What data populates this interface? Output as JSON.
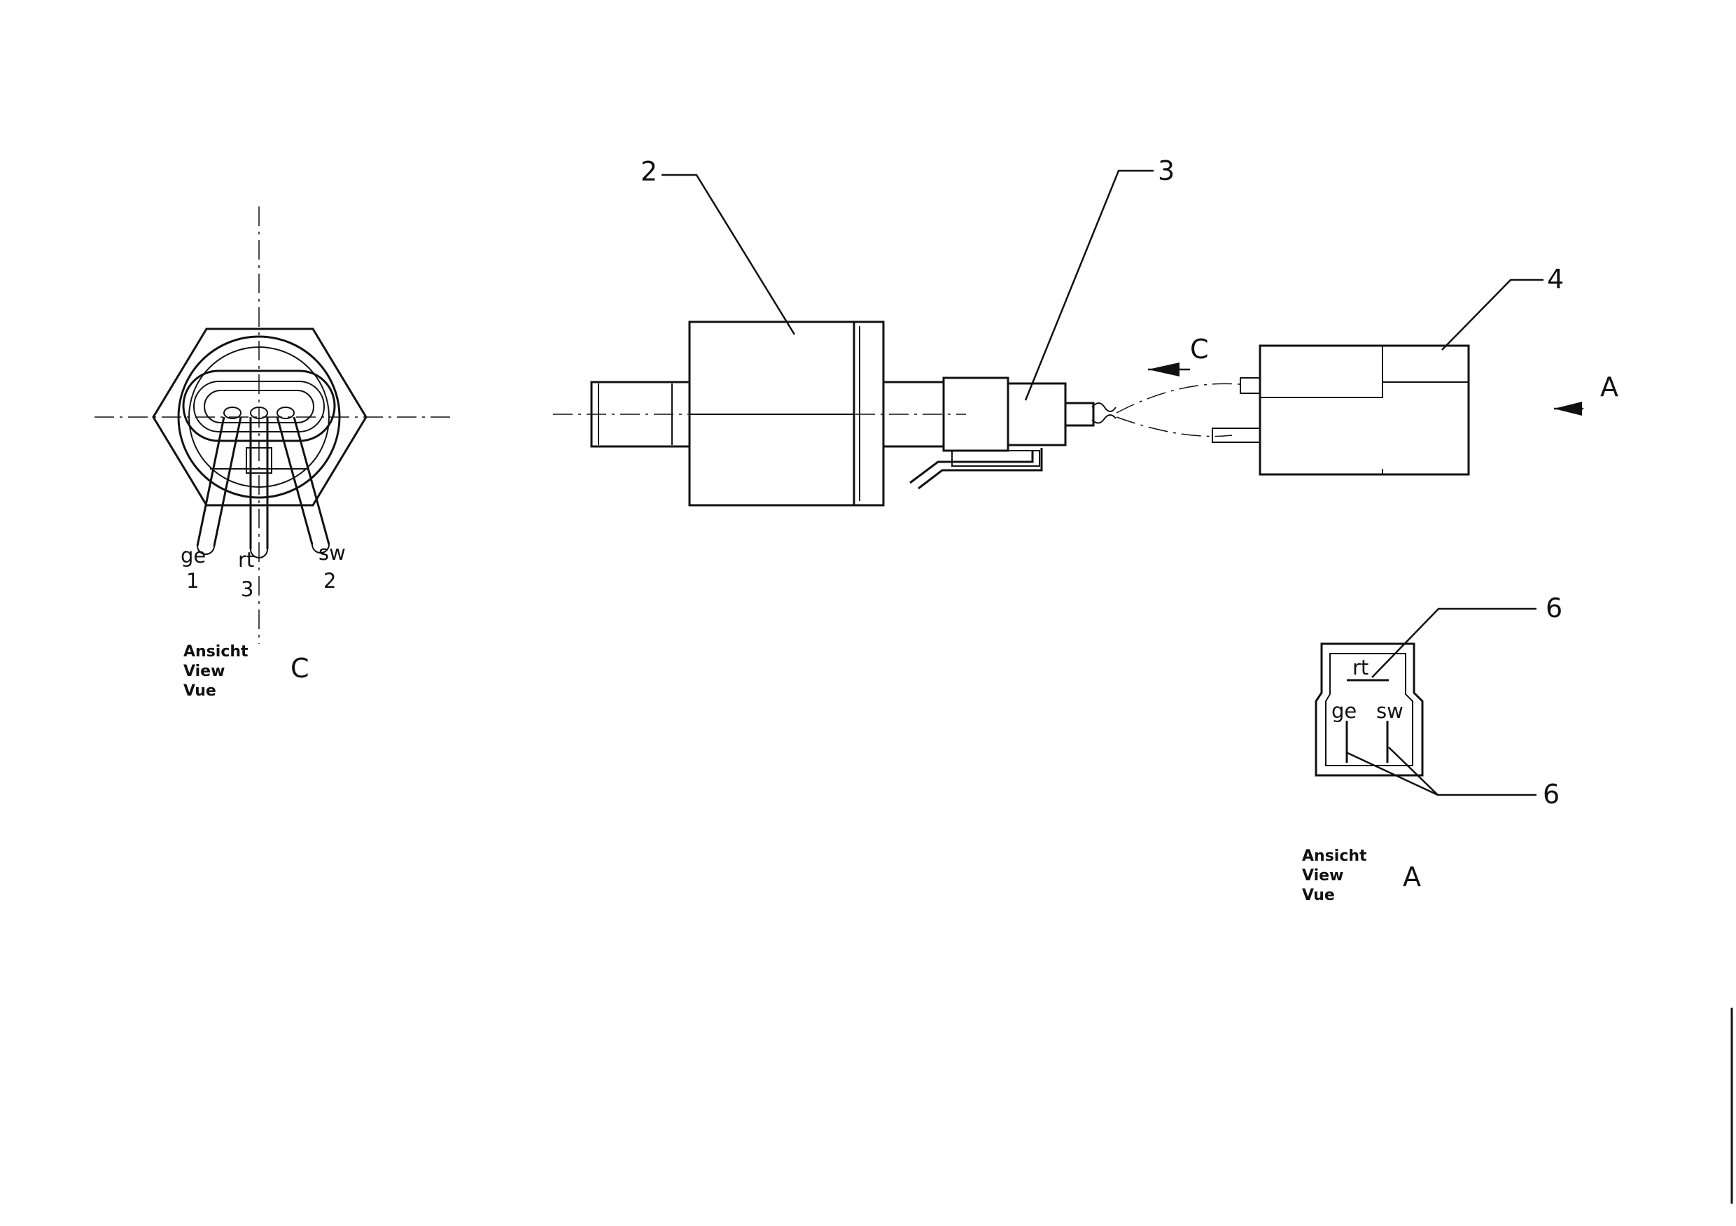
{
  "callouts": {
    "item_2": "2",
    "item_3": "3",
    "item_4": "4",
    "item_6_top": "6",
    "item_6_bottom": "6"
  },
  "view_arrows": {
    "arrow_c": "C",
    "arrow_a": "A"
  },
  "view_c": {
    "wires": [
      {
        "color": "ge",
        "pin": "1"
      },
      {
        "color": "rt",
        "pin": "3"
      },
      {
        "color": "sw",
        "pin": "2"
      }
    ],
    "caption": {
      "line1": "Ansicht",
      "line2": "View",
      "line3": "Vue",
      "letter": "C"
    }
  },
  "view_a": {
    "contacts": {
      "rt": "rt",
      "ge": "ge",
      "sw": "sw"
    },
    "caption": {
      "line1": "Ansicht",
      "line2": "View",
      "line3": "Vue",
      "letter": "A"
    }
  }
}
